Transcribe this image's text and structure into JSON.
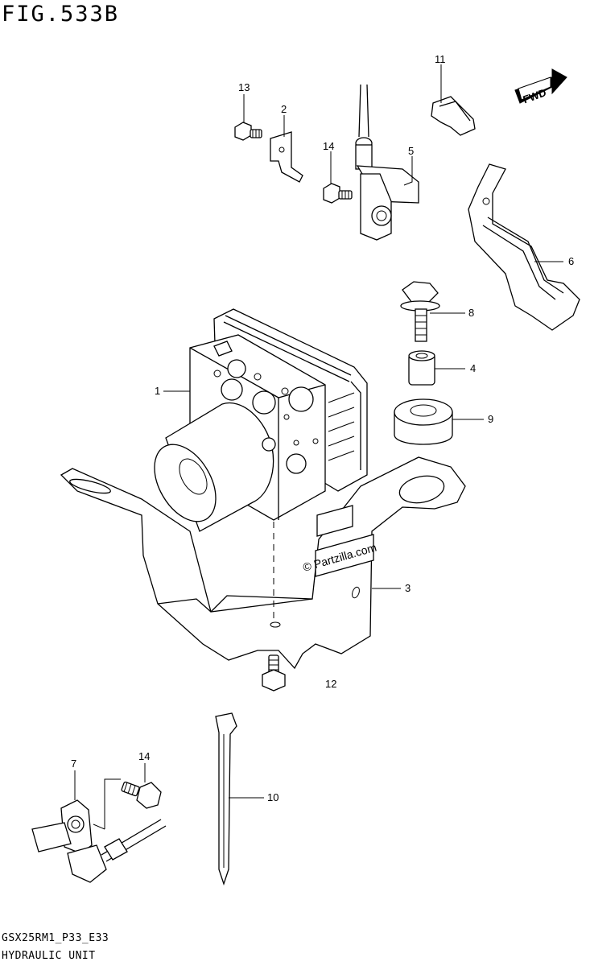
{
  "figure": {
    "title": "FIG.533B",
    "model_code": "GSX25RM1_P33_E33",
    "section_name": "HYDRAULIC UNIT",
    "fwd_label": "FWD",
    "watermark": "© Partzilla.com"
  },
  "callouts": [
    {
      "id": "c13a",
      "label": "13"
    },
    {
      "id": "c2",
      "label": "2"
    },
    {
      "id": "c14a",
      "label": "14"
    },
    {
      "id": "c5",
      "label": "5"
    },
    {
      "id": "c11",
      "label": "11"
    },
    {
      "id": "c6",
      "label": "6"
    },
    {
      "id": "c8",
      "label": "8"
    },
    {
      "id": "c1",
      "label": "1"
    },
    {
      "id": "c4",
      "label": "4"
    },
    {
      "id": "c9",
      "label": "9"
    },
    {
      "id": "c3",
      "label": "3"
    },
    {
      "id": "c12",
      "label": "12"
    },
    {
      "id": "c7",
      "label": "7"
    },
    {
      "id": "c14b",
      "label": "14"
    },
    {
      "id": "c10",
      "label": "10"
    }
  ]
}
